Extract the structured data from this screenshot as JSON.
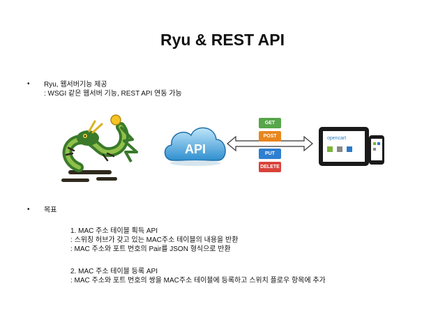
{
  "title": "Ryu & REST API",
  "bullets": [
    {
      "symbol": "•",
      "line1": "Ryu, 웹서버기능 제공",
      "line2": ": WSGI 같은 웹서버 기능, REST API 연동 가능"
    },
    {
      "symbol": "•",
      "line1": "목표",
      "line2": ""
    }
  ],
  "goals": [
    {
      "heading": "1. MAC 주소 테이블 획득 API",
      "line2": ": 스위칭 허브가 갖고 있는 MAC주소 테이블의 내용을 반환",
      "line3": ": MAC 주소와 포트 번호의 Pair를 JSON 형식으로 반환"
    },
    {
      "heading": "2. MAC 주소 테이블 등록 API",
      "line2": ": MAC 주소와 포트 번호의 쌍을 MAC주소 테이블에 등록하고 스위치 플로우 항목에 추가",
      "line3": ""
    }
  ],
  "illustration": {
    "cloud_label": "API",
    "methods": [
      {
        "label": "GET",
        "color": "#57a64a"
      },
      {
        "label": "POST",
        "color": "#e8861e"
      },
      {
        "label": "PUT",
        "color": "#2f7fd0"
      },
      {
        "label": "DELETE",
        "color": "#d8433a"
      }
    ],
    "device_logo": "opencart"
  }
}
